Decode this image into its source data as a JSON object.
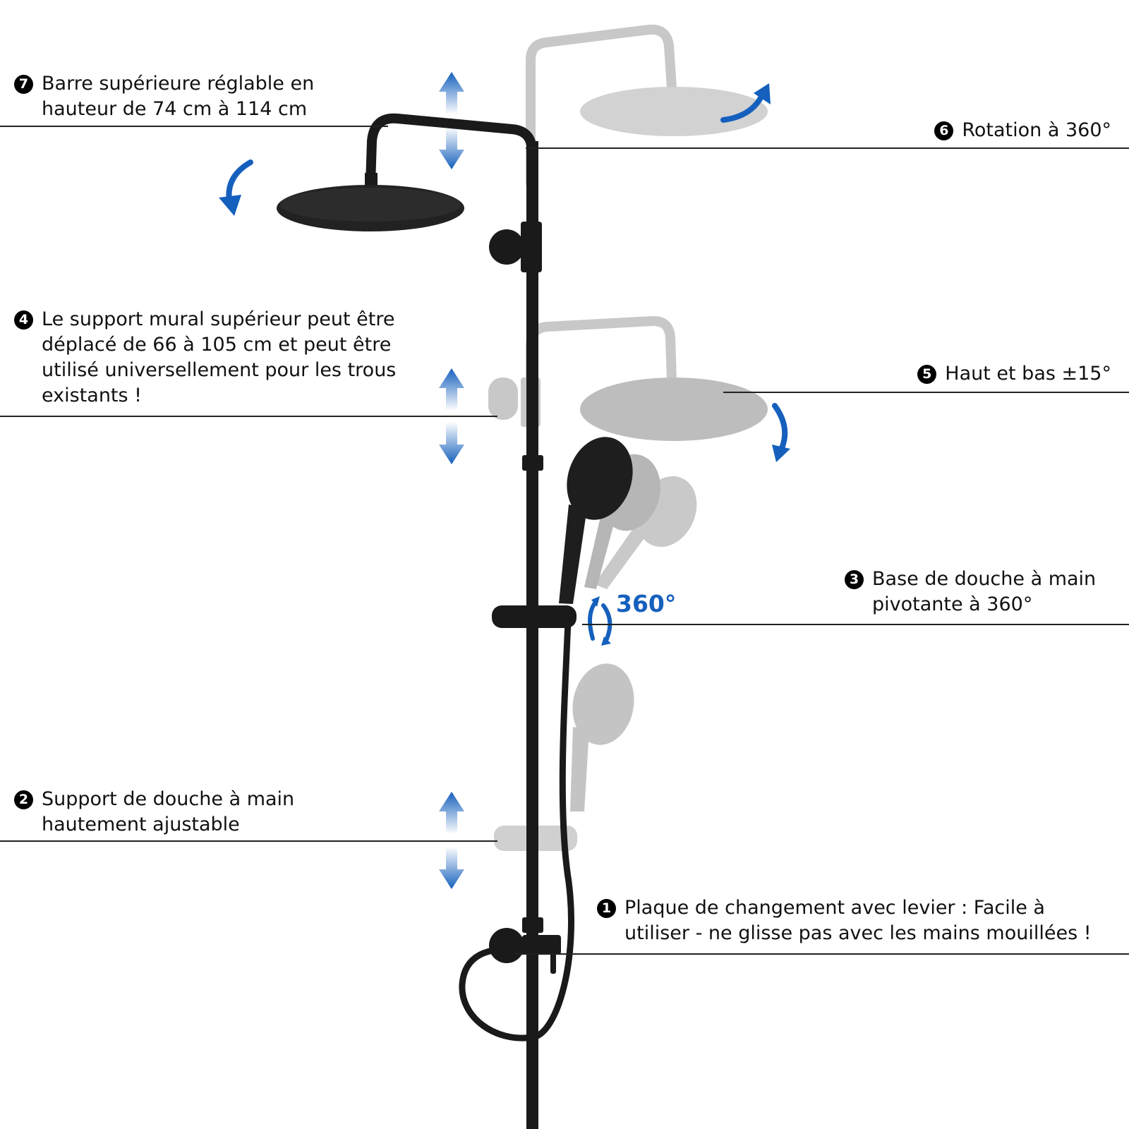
{
  "callouts": {
    "c7": {
      "number": "7",
      "lines": [
        "Barre supérieure réglable en",
        "hauteur de 74 cm à 114 cm"
      ]
    },
    "c6": {
      "number": "6",
      "lines": [
        "Rotation à 360°"
      ]
    },
    "c4": {
      "number": "4",
      "lines": [
        "Le support mural supérieur peut être",
        "déplacé de 66 à 105 cm et peut être",
        "utilisé universellement pour les trous",
        "existants !"
      ]
    },
    "c5": {
      "number": "5",
      "lines": [
        "Haut et bas ±15°"
      ]
    },
    "c3": {
      "number": "3",
      "lines": [
        "Base de douche à main",
        "pivotante à 360°"
      ]
    },
    "c2": {
      "number": "2",
      "lines": [
        "Support de douche à main",
        "hautement ajustable"
      ]
    },
    "c1": {
      "number": "1",
      "lines": [
        "Plaque de changement avec levier : Facile à",
        "utiliser - ne glisse pas avec les mains mouillées !"
      ]
    }
  },
  "rotation_label": "360°",
  "colors": {
    "product": "#1a1a1a",
    "ghost": "#c4c4c4",
    "arrow_blue": "#1560bd",
    "leader": "#222222"
  }
}
